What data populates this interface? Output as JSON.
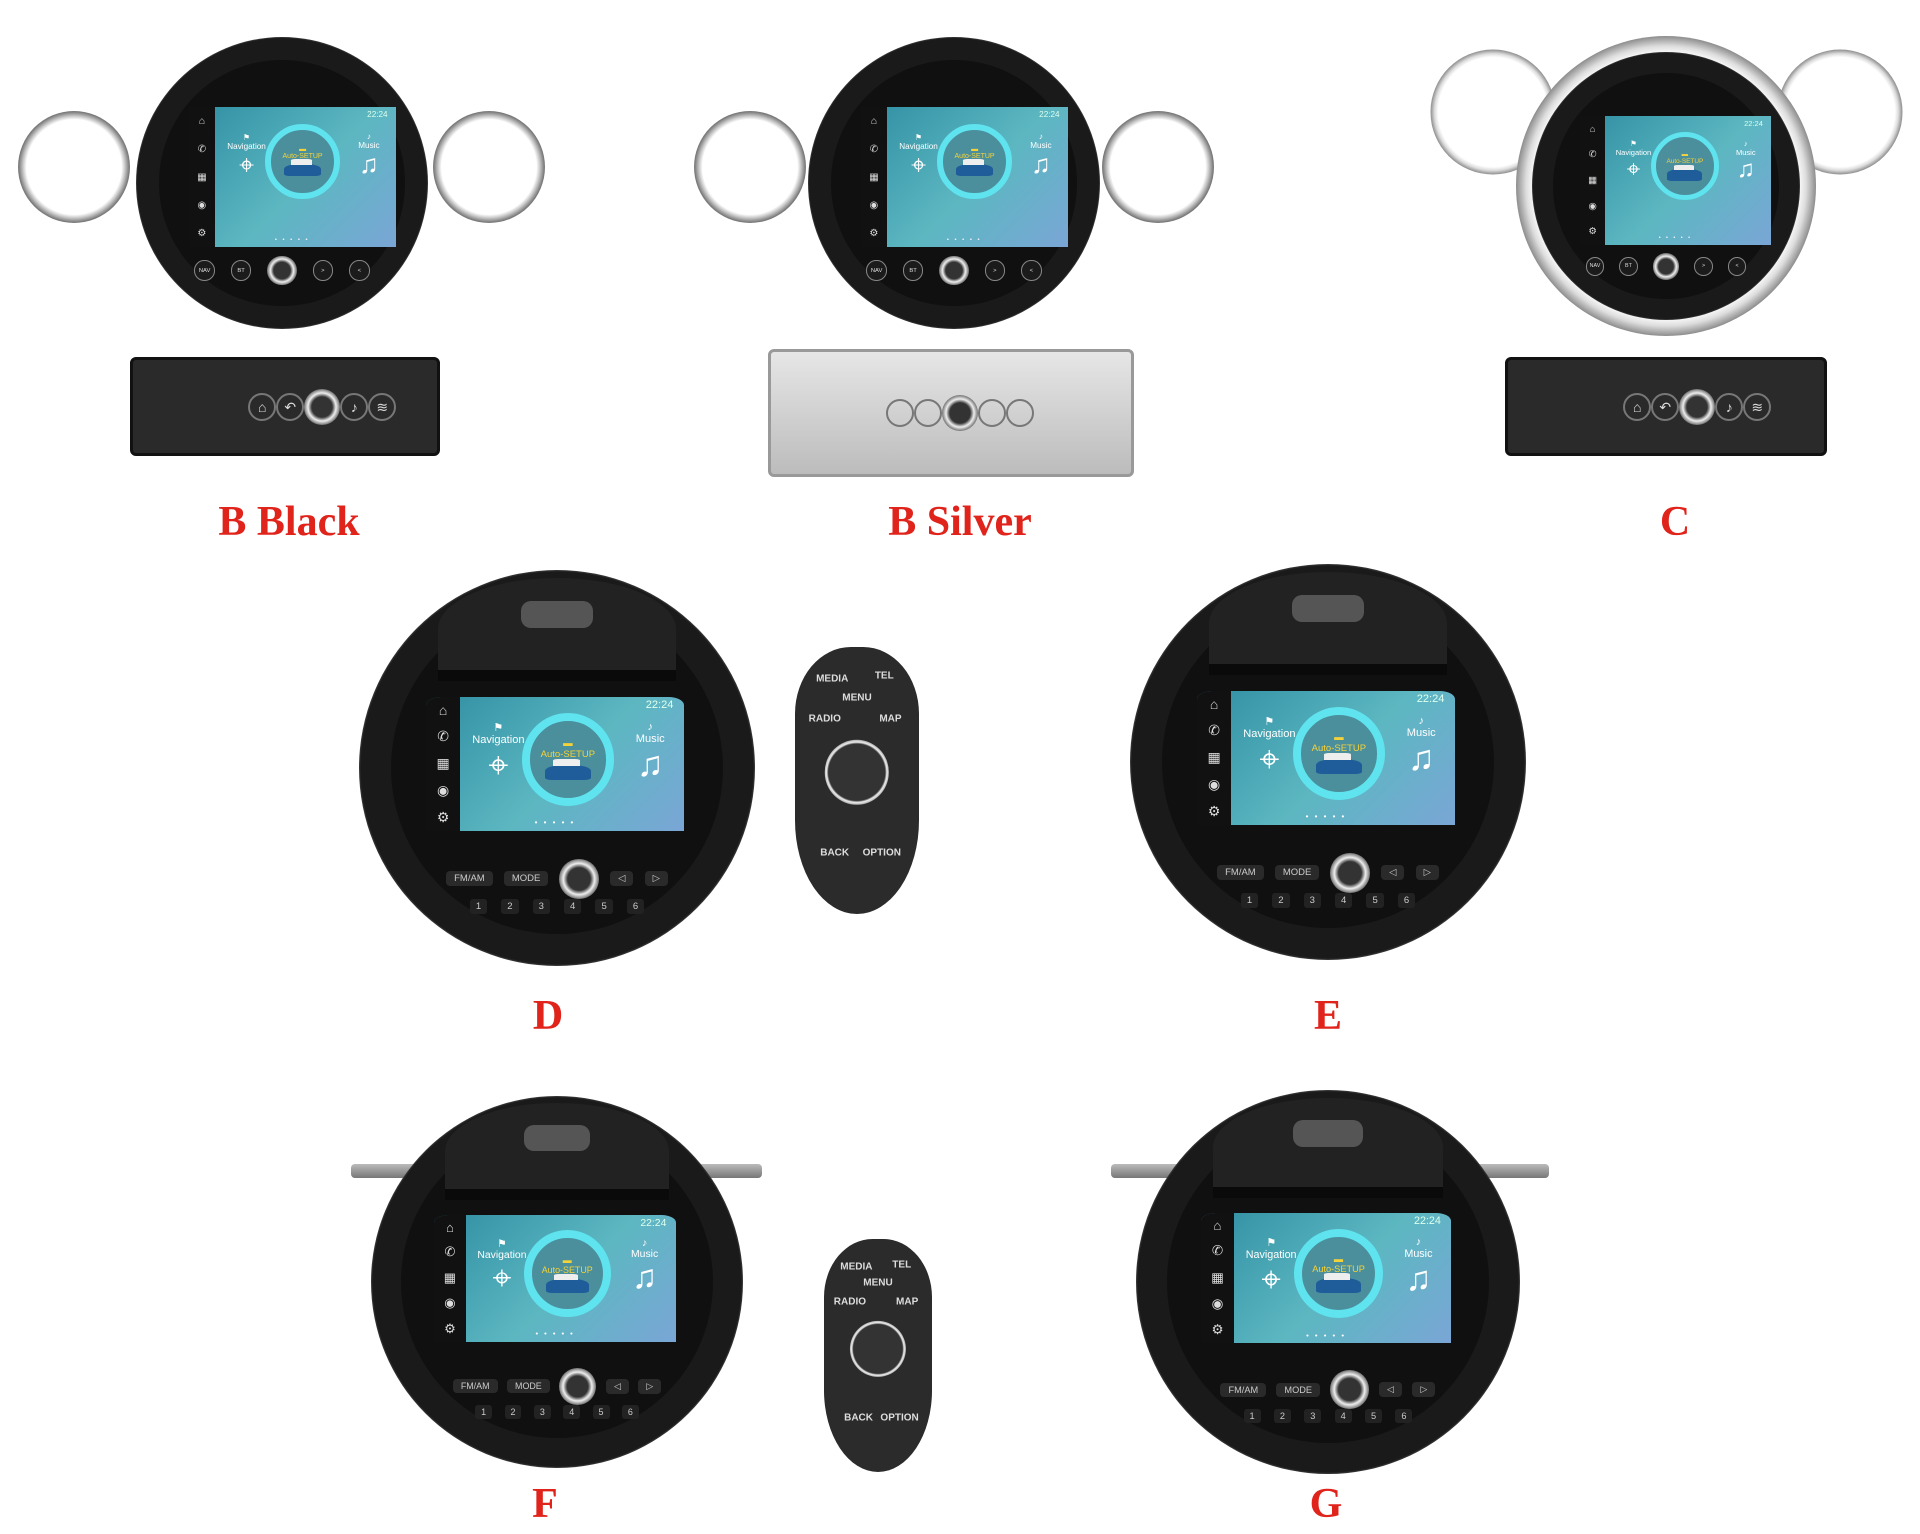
{
  "accent_label_color": "#e0231b",
  "screen": {
    "time": "22:24",
    "navigation": "Navigation",
    "auto_setup": "Auto-SETUP",
    "music": "Music",
    "page_dots": "• • • • •"
  },
  "round_buttons": [
    "NAV",
    "BT",
    ">",
    "<"
  ],
  "panel_buttons": [
    "⌂",
    "↶",
    "♪",
    "≋"
  ],
  "gen3_buttons": {
    "fm_am": "FM/AM",
    "mode": "MODE",
    "prev": "◁",
    "next": "▷",
    "presets": [
      "1",
      "2",
      "3",
      "4",
      "5",
      "6"
    ]
  },
  "remote": {
    "media": "MEDIA",
    "menu": "MENU",
    "tel": "TEL",
    "radio": "RADIO",
    "map": "MAP",
    "back": "BACK",
    "option": "OPTION"
  },
  "variants": [
    {
      "id": "b-black",
      "label": "B Black"
    },
    {
      "id": "b-silver",
      "label": "B Silver"
    },
    {
      "id": "c",
      "label": "C"
    },
    {
      "id": "d",
      "label": "D"
    },
    {
      "id": "e",
      "label": "E"
    },
    {
      "id": "f",
      "label": "F"
    },
    {
      "id": "g",
      "label": "G"
    }
  ]
}
